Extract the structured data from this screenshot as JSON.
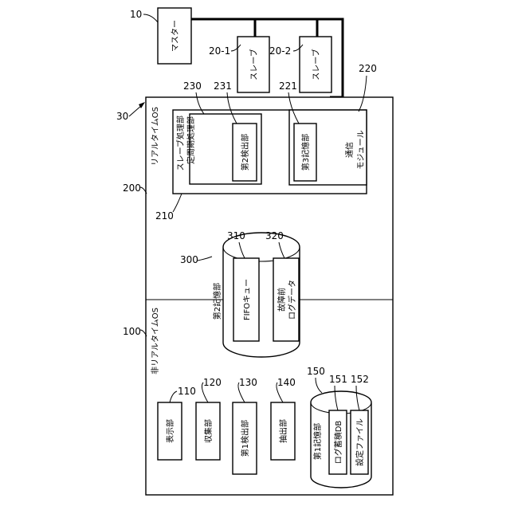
{
  "refs": {
    "r10": "10",
    "r20_1": "20-1",
    "r20_2": "20-2",
    "r30": "30",
    "r200": "200",
    "r210": "210",
    "r220": "220",
    "r221": "221",
    "r230": "230",
    "r231": "231",
    "r300": "300",
    "r310": "310",
    "r320": "320",
    "r100": "100",
    "r110": "110",
    "r120": "120",
    "r130": "130",
    "r140": "140",
    "r150": "150",
    "r151": "151",
    "r152": "152"
  },
  "labels": {
    "master": "マスター",
    "slave": "スレーブ",
    "rt_os": "リアルタイムOS",
    "nrt_os": "非リアルタイムOS",
    "slave_proc_line1": "スレーブ処理部",
    "slave_proc_line2": "定周期処理部",
    "detector2": "第2検出部",
    "storage3": "第3記憶部",
    "comm_line1": "通信",
    "comm_line2": "モジュール",
    "storage2": "第2記憶部",
    "fifo": "FIFOキュー",
    "prefail_line1": "故障前",
    "prefail_line2": "ログデータ",
    "display": "表示部",
    "collector": "収集部",
    "detector1": "第1検出部",
    "extractor": "抽出部",
    "storage1": "第1記憶部",
    "logdb": "ログ蓄積DB",
    "config": "設定ファイル"
  }
}
